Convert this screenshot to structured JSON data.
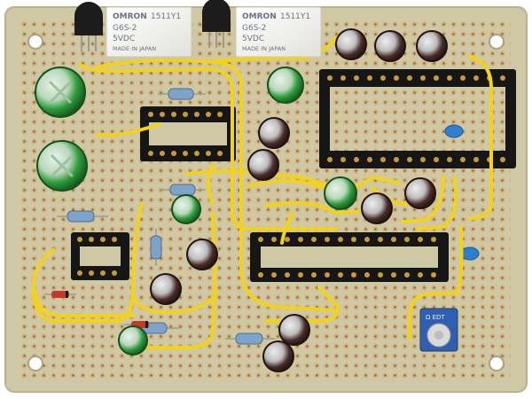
{
  "scene": {
    "subject": "perfboard circuit",
    "colors": {
      "background": "#ffffff",
      "board": "#cfc8a4",
      "board_edge": "#b8b190",
      "pad": "#d7b27a",
      "hole": "#6d6a55",
      "wire_yellow": "#f2d21a",
      "socket_black": "#161616",
      "pin_gold": "#c79a3a",
      "cap_green": "#2e9c3b",
      "cap_brown": "#3a2422",
      "relay_white": "#f4f4f0",
      "resistor_body": "#7ea3c9"
    }
  },
  "relays": [
    {
      "brand": "OMRON",
      "part": "1511Y1",
      "model": "G6S-2",
      "voltage": "5VDC",
      "origin": "MADE IN JAPAN"
    },
    {
      "brand": "OMRON",
      "part": "1511Y1",
      "model": "G6S-2",
      "voltage": "5VDC",
      "origin": "MADE IN JAPAN"
    }
  ],
  "trimmer_label": "Ω EDT"
}
